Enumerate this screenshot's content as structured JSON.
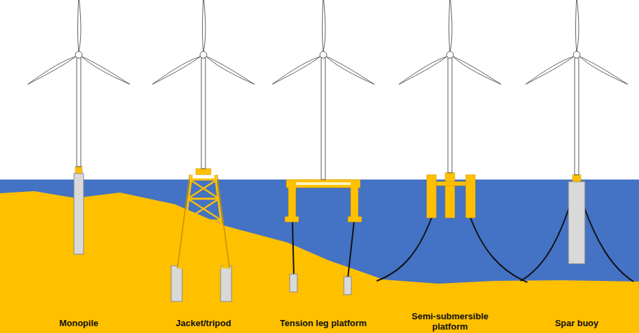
{
  "diagram": {
    "labels": [
      "Monopile",
      "Jacket/tripod",
      "Tension leg platform",
      "Semi-submersible platform",
      "Spar buoy"
    ]
  }
}
